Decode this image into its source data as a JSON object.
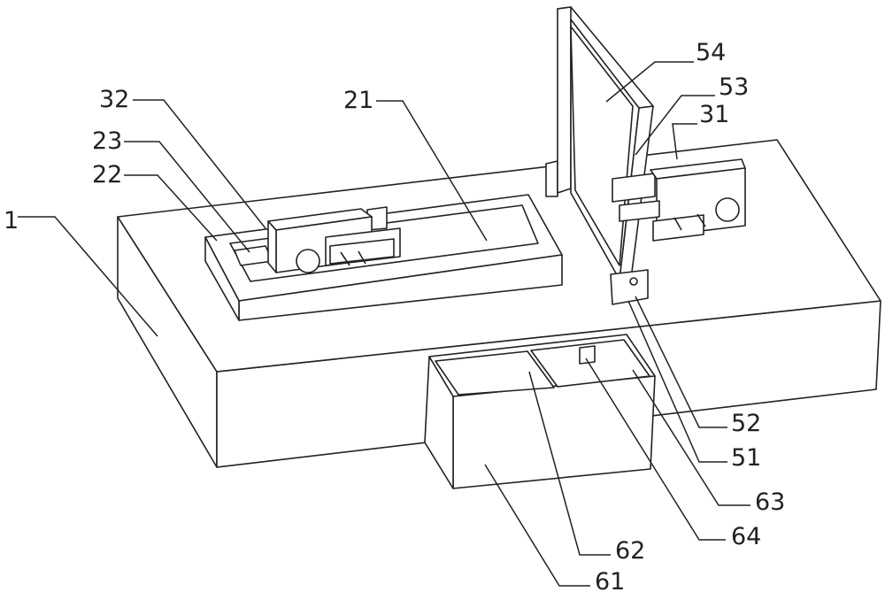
{
  "labels": {
    "l54": "54",
    "l53": "53",
    "l31": "31",
    "l32": "32",
    "l21": "21",
    "l23": "23",
    "l22": "22",
    "l1": "1",
    "l52": "52",
    "l51": "51",
    "l63": "63",
    "l64": "64",
    "l62": "62",
    "l61": "61"
  }
}
